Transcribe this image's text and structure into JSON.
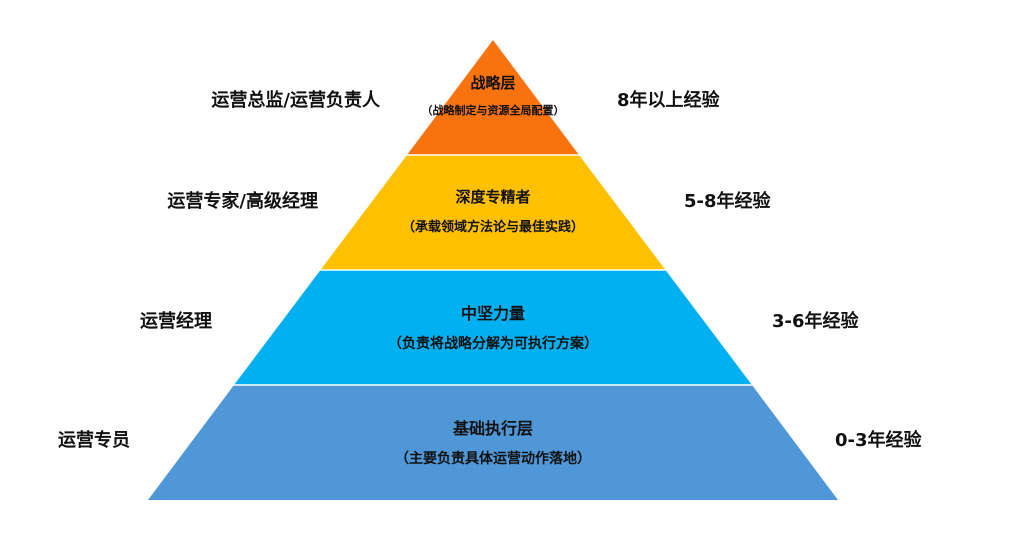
{
  "colors": {
    "strategy": "#F8730E",
    "expert": "#FFC000",
    "core": "#00B0F0",
    "execution": "#4F97D6"
  },
  "layers": [
    {
      "title": "战略层",
      "subtitle": "（战略制定与资源全局配置）",
      "role": "运营总监/运营负责人",
      "experience": "8年以上经验"
    },
    {
      "title": "深度专精者",
      "subtitle": "（承载领域方法论与最佳实践）",
      "role": "运营专家/高级经理",
      "experience": "5-8年经验"
    },
    {
      "title": "中坚力量",
      "subtitle": "（负责将战略分解为可执行方案）",
      "role": "运营经理",
      "experience": "3-6年经验"
    },
    {
      "title": "基础执行层",
      "subtitle": "（主要负责具体运营动作落地）",
      "role": "运营专员",
      "experience": "0-3年经验"
    }
  ]
}
